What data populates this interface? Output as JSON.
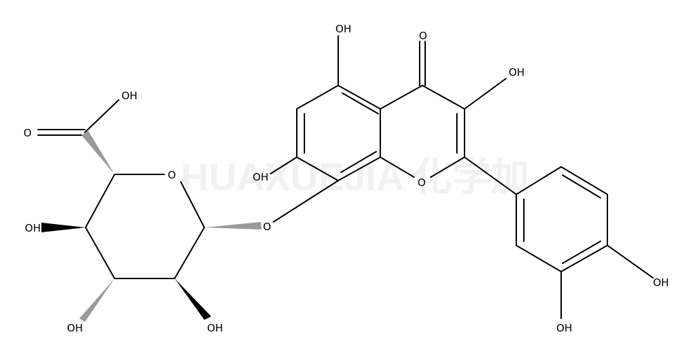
{
  "watermark": "HUAXUEJIA 化学加",
  "atoms": {
    "carboxyl_oh": "OH",
    "carboxyl_o": "O",
    "ring_o_sugar": "O",
    "oh_c4": "OH",
    "oh_c3": "OH",
    "oh_c2": "OH",
    "glycosidic_o": "O",
    "oh_c5": "OH",
    "carbonyl_o": "O",
    "oh_c3f": "OH",
    "oh_c7": "OH",
    "ring_o_flavone": "O",
    "oh_c4p": "OH",
    "oh_c3p": "OH"
  },
  "colors": {
    "bond": "#000000",
    "hash": "#9a9a9a",
    "background": "#ffffff"
  }
}
